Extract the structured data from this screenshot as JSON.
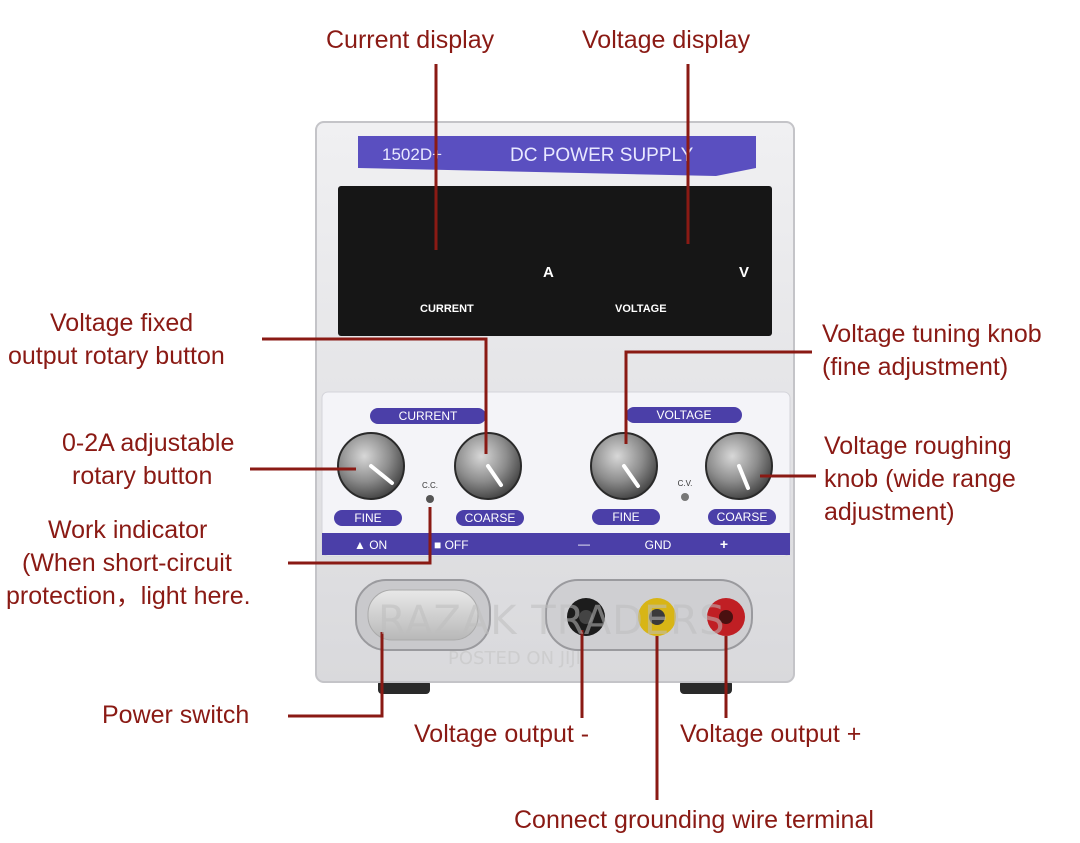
{
  "device": {
    "model": "1502D+",
    "title": "DC POWER SUPPLY",
    "display": {
      "current_label": "CURRENT",
      "current_unit": "A",
      "voltage_label": "VOLTAGE",
      "voltage_unit": "V"
    },
    "panel": {
      "current_header": "CURRENT",
      "voltage_header": "VOLTAGE",
      "cc_label": "C.C.",
      "cv_label": "C.V.",
      "fine_left": "FINE",
      "coarse_left": "COARSE",
      "fine_right": "FINE",
      "coarse_right": "COARSE",
      "on_label": "▲ ON",
      "off_label": "■ OFF",
      "minus_label": "—",
      "gnd_label": "GND",
      "plus_label": "+"
    }
  },
  "callouts": {
    "current_display": "Current display",
    "voltage_display": "Voltage display",
    "voltage_fixed_1": "Voltage fixed",
    "voltage_fixed_2": "output rotary button",
    "adjustable_1": "0-2A adjustable",
    "adjustable_2": "rotary button",
    "work_1": "Work indicator",
    "work_2": "(When short-circuit",
    "work_3": "protection，light here.",
    "tuning_1": "Voltage tuning knob",
    "tuning_2": "(fine adjustment)",
    "roughing_1": "Voltage roughing",
    "roughing_2": "knob (wide range",
    "roughing_3": "adjustment)",
    "power_switch": "Power switch",
    "vout_minus": "Voltage output -",
    "vout_plus": "Voltage output +",
    "ground": "Connect grounding wire terminal"
  },
  "watermark": {
    "line1": "RAZAK TRADERS",
    "line2": "POSTED ON JIJI"
  },
  "colors": {
    "label": "#8a1a14",
    "panel_blue": "#4b3fa8",
    "body_gray": "#e6e6e8",
    "display_black": "#1a1a1a"
  }
}
